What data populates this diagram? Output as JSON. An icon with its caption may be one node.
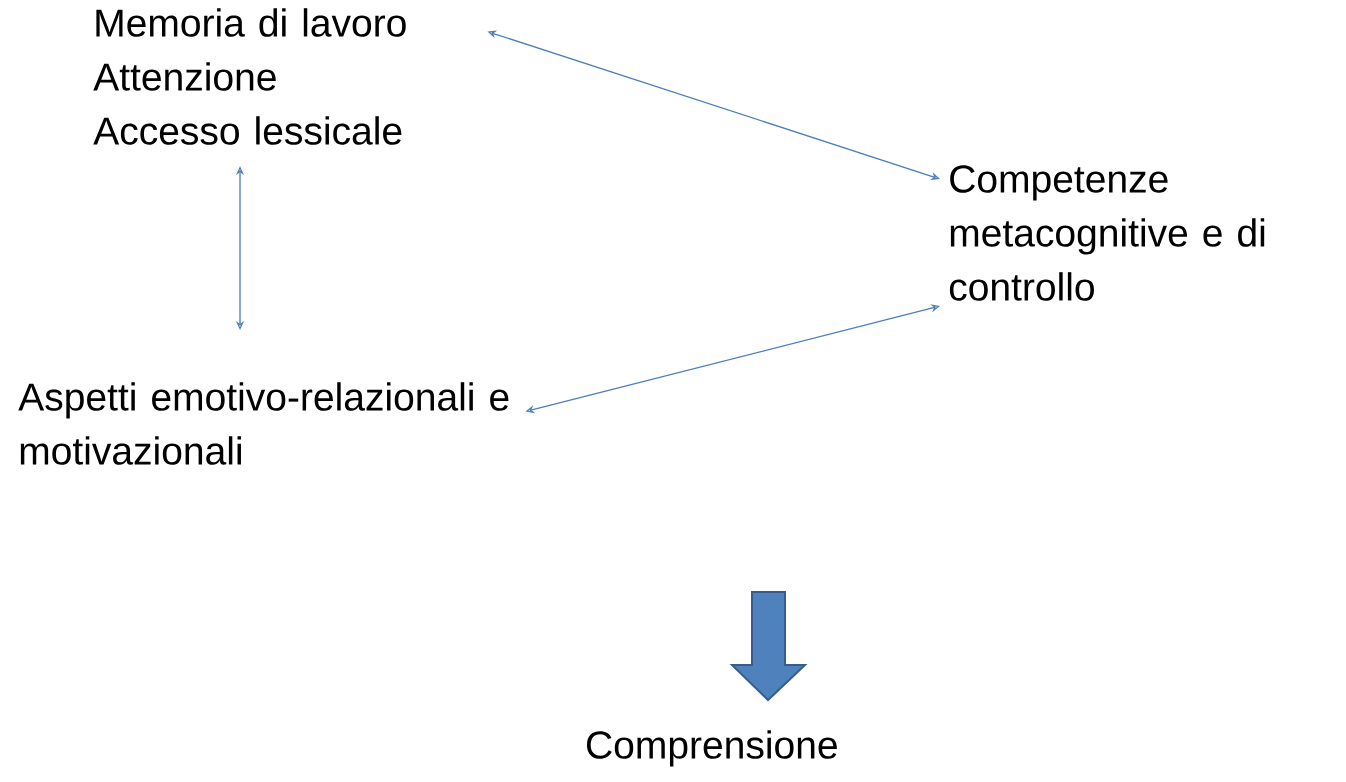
{
  "diagram": {
    "nodes": [
      {
        "text": [
          "Memoria di lavoro",
          "Attenzione",
          "Accesso lessicale"
        ]
      },
      {
        "text": [
          "Competenze metacognitive e di controllo"
        ]
      },
      {
        "text": [
          "Aspetti emotivo-relazionali e motivazionali"
        ]
      },
      {
        "text": [
          "Comprensione"
        ]
      }
    ],
    "edges": [
      {
        "from": 0,
        "to": 1,
        "arrow": "both"
      },
      {
        "from": 0,
        "to": 2,
        "arrow": "both"
      },
      {
        "from": 1,
        "to": 2,
        "arrow": "both"
      },
      {
        "from": null,
        "to": 3,
        "arrow": "to",
        "style": "thick"
      }
    ]
  }
}
